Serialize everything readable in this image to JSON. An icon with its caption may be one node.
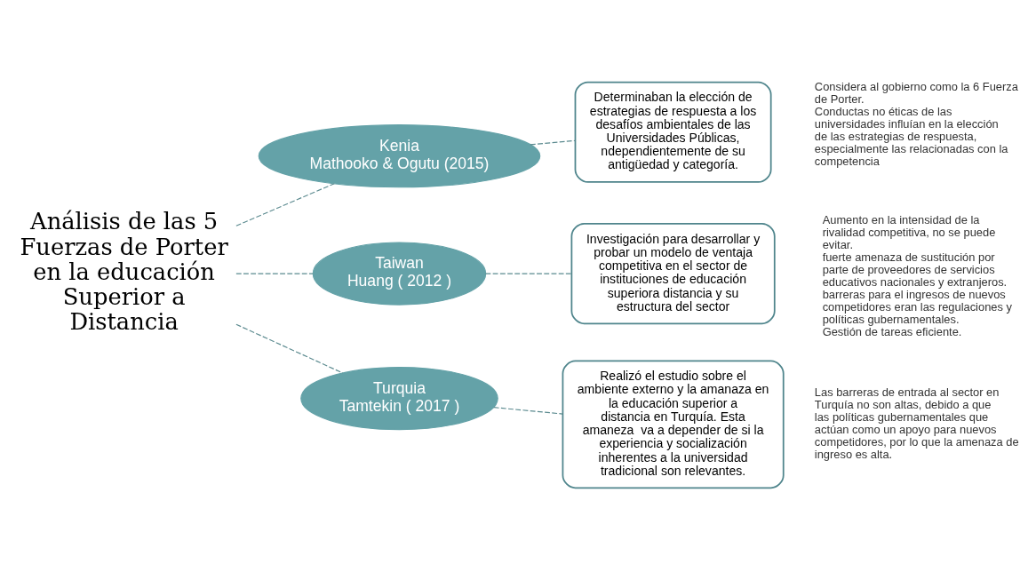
{
  "diagram": {
    "nodes": [
      {
        "text": [
          "Análisis de las 5 Fuerzas de Porter en la educación Superior a Distancia"
        ]
      },
      {
        "text": [
          "Kenia",
          "Mathooko & Ogutu (2015)"
        ]
      },
      {
        "text": [
          "Taiwan",
          "Huang ( 2012 )"
        ]
      },
      {
        "text": [
          "Turquia",
          "Tamtekin ( 2017 )"
        ]
      },
      {
        "text": [
          "Determinaban la elección de estrategias de respuesta a los desafíos ambientales de las Universidades Públicas, ndependientemente de su antigüedad y categoría."
        ],
        "beside": [
          "Considera al gobierno como la 6 Fuerza de Porter.",
          "Conductas no éticas de las universidades influían en la elección de las estrategias de respuesta, especialmente las relacionadas con la competencia"
        ]
      },
      {
        "text": [
          "Investigación para desarrollar y probar un modelo de ventaja competitiva en el sector de instituciones de educación superiora distancia y su estructura del sector"
        ],
        "beside": [
          "Aumento en la intensidad de la rivalidad competitiva, no se puede evitar.",
          "fuerte amenaza de sustitución por parte de proveedores de servicios educativos nacionales y extranjeros.",
          "barreras para el ingresos de nuevos competidores eran las regulaciones y políticas gubernamentales.",
          "Gestión de tareas eficiente."
        ]
      },
      {
        "text": [
          "Realizó el estudio sobre el ambiente externo y la amanaza en la educación superior a distancia en Turquía. Esta amaneza  va a depender de si la experiencia y socialización inherentes a la universidad tradicional son relevantes."
        ],
        "beside": [
          "Las barreras de entrada al sector en Turquía no son altas, debido a que  las políticas gubernamentales que actúan como un apoyo para nuevos competidores, por lo que la amenaza de ingreso es alta."
        ]
      }
    ],
    "edges": [
      {
        "from": 0,
        "to": 1,
        "arrow": "none",
        "style": "dashed"
      },
      {
        "from": 0,
        "to": 2,
        "arrow": "none",
        "style": "dashed"
      },
      {
        "from": 0,
        "to": 3,
        "arrow": "none",
        "style": "dashed"
      },
      {
        "from": 1,
        "to": 4,
        "arrow": "none",
        "style": "dashed"
      },
      {
        "from": 2,
        "to": 5,
        "arrow": "none",
        "style": "dashed"
      },
      {
        "from": 3,
        "to": 6,
        "arrow": "none",
        "style": "dashed"
      }
    ]
  }
}
